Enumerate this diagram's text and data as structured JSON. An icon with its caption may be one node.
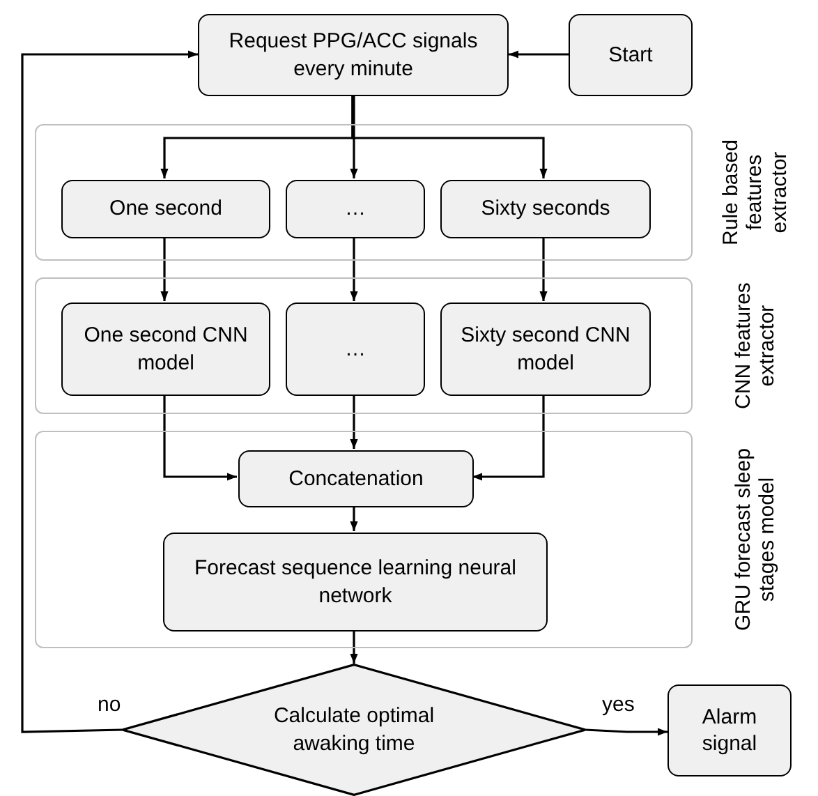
{
  "diagram": {
    "nodes": [
      {
        "text": [
          "Request PPG/ACC signals every minute"
        ]
      },
      {
        "text": [
          "Start"
        ]
      },
      {
        "text": [
          "Rule based features extractor"
        ]
      },
      {
        "text": [
          "One second"
        ],
        "in": 2
      },
      {
        "text": [
          "…"
        ],
        "in": 2
      },
      {
        "text": [
          "Sixty seconds"
        ],
        "in": 2
      },
      {
        "text": [
          "CNN features extractor"
        ]
      },
      {
        "text": [
          "One second CNN model"
        ],
        "in": 6
      },
      {
        "text": [
          "…"
        ],
        "in": 6
      },
      {
        "text": [
          "Sixty second CNN model"
        ],
        "in": 6
      },
      {
        "text": [
          "GRU forecast sleep stages model"
        ]
      },
      {
        "text": [
          "Concatenation"
        ],
        "in": 10
      },
      {
        "text": [
          "Forecast sequence learning neural network"
        ],
        "in": 10
      },
      {
        "text": [
          "Calculate optimal awaking time"
        ]
      },
      {
        "text": [
          "Alarm signal"
        ]
      }
    ],
    "edges": [
      {
        "from": 1,
        "to": 0,
        "arrow": "to"
      },
      {
        "from": 0,
        "to": 3,
        "arrow": "to"
      },
      {
        "from": 0,
        "to": 4,
        "arrow": "to"
      },
      {
        "from": 0,
        "to": 5,
        "arrow": "to"
      },
      {
        "from": 3,
        "to": 7,
        "arrow": "to"
      },
      {
        "from": 4,
        "to": 8,
        "arrow": "to"
      },
      {
        "from": 5,
        "to": 9,
        "arrow": "to"
      },
      {
        "from": 7,
        "to": 11,
        "arrow": "to"
      },
      {
        "from": 8,
        "to": 11,
        "arrow": "to"
      },
      {
        "from": 9,
        "to": 11,
        "arrow": "to"
      },
      {
        "from": 11,
        "to": 12,
        "arrow": "to"
      },
      {
        "from": 12,
        "to": 13,
        "arrow": "to"
      },
      {
        "from": 13,
        "to": 14,
        "arrow": "to",
        "label": "yes"
      },
      {
        "from": 13,
        "to": 0,
        "arrow": "to",
        "label": "no"
      }
    ]
  }
}
